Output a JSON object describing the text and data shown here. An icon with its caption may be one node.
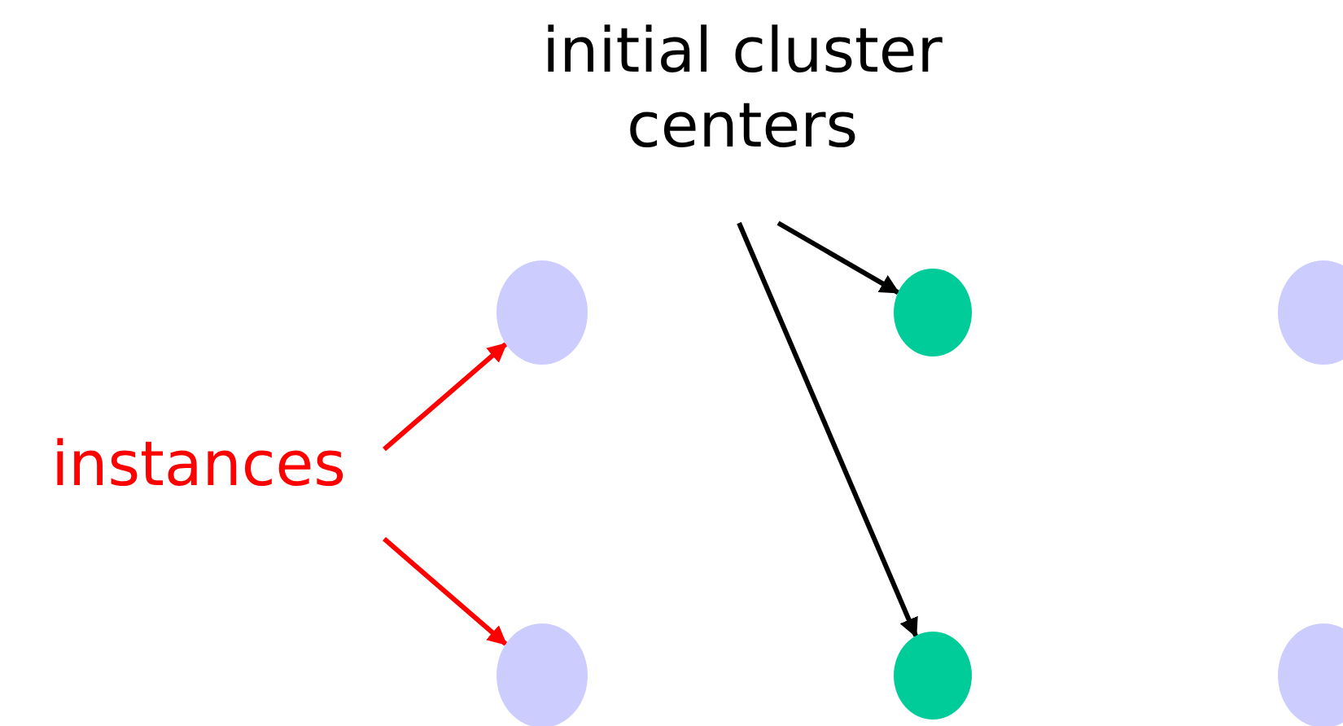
{
  "diagram": {
    "nodes": [
      {
        "text": [
          "initial cluster centers"
        ]
      },
      {
        "text": [],
        "shape": "circle"
      },
      {
        "text": [],
        "shape": "circle"
      },
      {
        "text": [],
        "shape": "circle"
      },
      {
        "text": [
          "instances"
        ]
      },
      {
        "text": [],
        "shape": "circle"
      },
      {
        "text": [],
        "shape": "circle"
      },
      {
        "text": [],
        "shape": "circle"
      }
    ],
    "edges": [
      {
        "from": 0,
        "to": 2,
        "arrow": "to",
        "color": "#000000"
      },
      {
        "from": 0,
        "to": 6,
        "arrow": "to",
        "color": "#000000"
      },
      {
        "from": 4,
        "to": 1,
        "arrow": "to",
        "color": "#ff0000"
      },
      {
        "from": 4,
        "to": 5,
        "arrow": "to",
        "color": "#ff0000"
      }
    ]
  }
}
